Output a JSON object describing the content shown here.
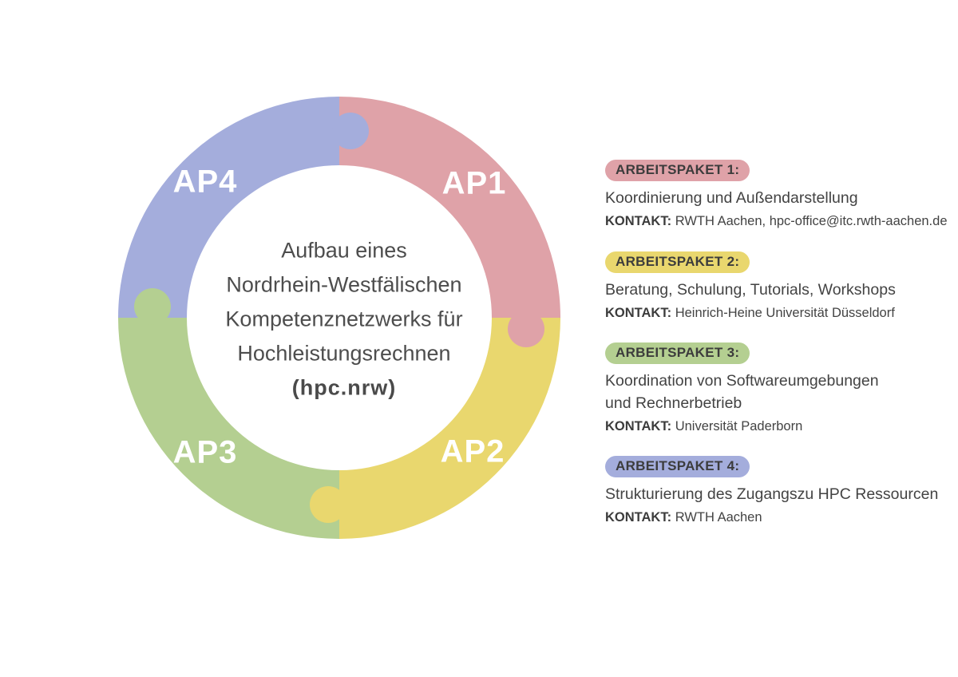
{
  "diagram": {
    "center": {
      "line1": "Aufbau eines",
      "line2": "Nordrhein-Westfälischen",
      "line3": "Kompetenznetzwerks für",
      "line4": "Hochleistungsrechnen",
      "line5": "(hpc.nrw)"
    },
    "segments": [
      {
        "label": "AP1",
        "color": "#dfa2a8",
        "position": "top-right"
      },
      {
        "label": "AP2",
        "color": "#e9d76e",
        "position": "bottom-right"
      },
      {
        "label": "AP3",
        "color": "#b4cf91",
        "position": "bottom-left"
      },
      {
        "label": "AP4",
        "color": "#a4addc",
        "position": "top-left"
      }
    ]
  },
  "work_packages": [
    {
      "badge": "ARBEITSPAKET 1:",
      "color": "#dfa2a8",
      "line1": "Koordinierung und Außendarstellung",
      "kontakt_label": "KONTAKT:",
      "kontakt_value": "RWTH Aachen, hpc-office@itc.rwth-aachen.de"
    },
    {
      "badge": "ARBEITSPAKET 2:",
      "color": "#e9d76e",
      "line1": "Beratung, Schulung, Tutorials, Workshops",
      "kontakt_label": "KONTAKT:",
      "kontakt_value": "Heinrich-Heine Universität Düsseldorf"
    },
    {
      "badge": "ARBEITSPAKET 3:",
      "color": "#b4cf91",
      "line1": "Koordination von Softwareumgebungen",
      "line2": "und Rechnerbetrieb",
      "kontakt_label": "KONTAKT:",
      "kontakt_value": "Universität Paderborn"
    },
    {
      "badge": "ARBEITSPAKET 4:",
      "color": "#a4addc",
      "line1": "Strukturierung des Zugangszu HPC Ressourcen",
      "kontakt_label": "KONTAKT:",
      "kontakt_value": "RWTH Aachen"
    }
  ]
}
